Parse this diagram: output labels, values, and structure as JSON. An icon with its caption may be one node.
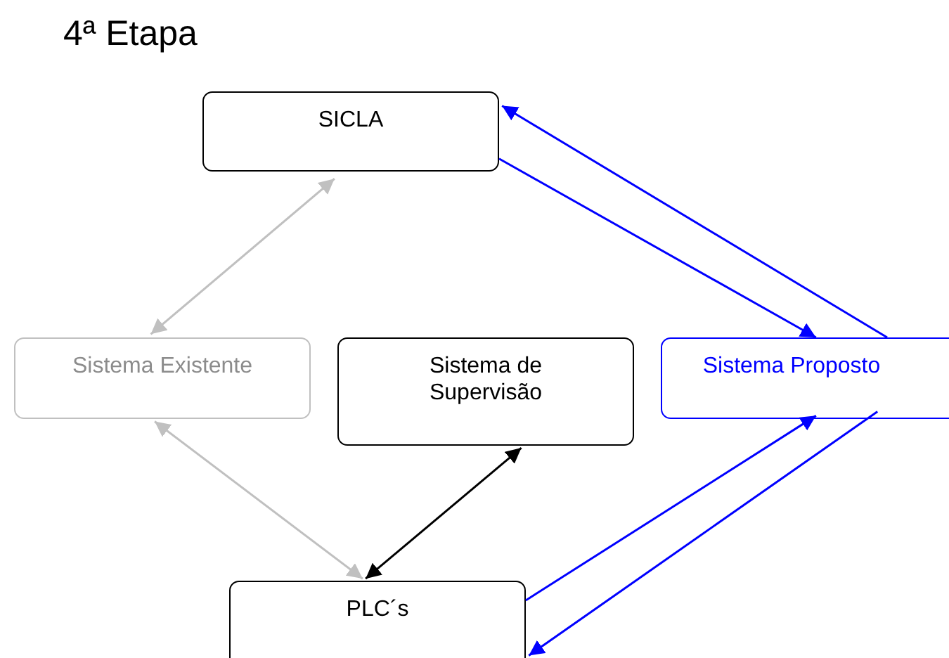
{
  "diagram": {
    "title": "4ª Etapa",
    "nodes": [
      {
        "text": [
          "SICLA"
        ]
      },
      {
        "text": [
          "Sistema Existente"
        ]
      },
      {
        "text": [
          "Sistema de Supervisão"
        ]
      },
      {
        "text": [
          "Sistema Proposto"
        ]
      },
      {
        "text": [
          "PLC´s"
        ]
      }
    ],
    "edges": [
      {
        "from": 0,
        "to": 1,
        "arrow": "both",
        "color": "#c0c0c0"
      },
      {
        "from": 1,
        "to": 4,
        "arrow": "both",
        "color": "#c0c0c0"
      },
      {
        "from": 2,
        "to": 4,
        "arrow": "both",
        "color": "#000000"
      },
      {
        "from": 3,
        "to": 0,
        "arrow": "to",
        "color": "#0000ff"
      },
      {
        "from": 0,
        "to": 3,
        "arrow": "to",
        "color": "#0000ff"
      },
      {
        "from": 4,
        "to": 3,
        "arrow": "to",
        "color": "#0000ff"
      },
      {
        "from": 3,
        "to": 4,
        "arrow": "to",
        "color": "#0000ff"
      }
    ]
  }
}
